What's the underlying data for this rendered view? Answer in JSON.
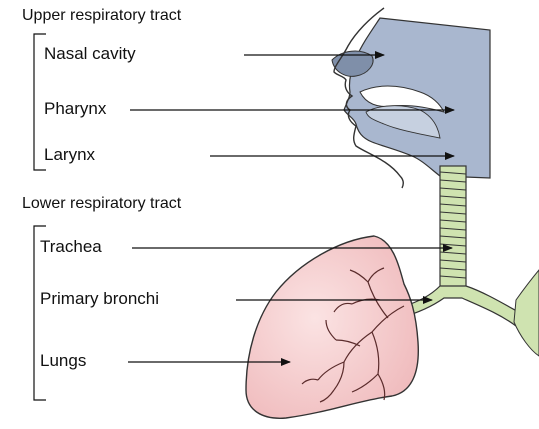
{
  "groups": {
    "upper": "Upper respiratory tract",
    "lower": "Lower respiratory tract"
  },
  "labels": {
    "nasal_cavity": "Nasal cavity",
    "pharynx": "Pharynx",
    "larynx": "Larynx",
    "trachea": "Trachea",
    "primary_bronchi": "Primary bronchi",
    "lungs": "Lungs"
  },
  "colors": {
    "upper_tract": "#a9b7cf",
    "trachea": "#cfe3b0",
    "lung": "#f2c2c4",
    "lung_outline": "#333333",
    "lines": "#111111"
  }
}
